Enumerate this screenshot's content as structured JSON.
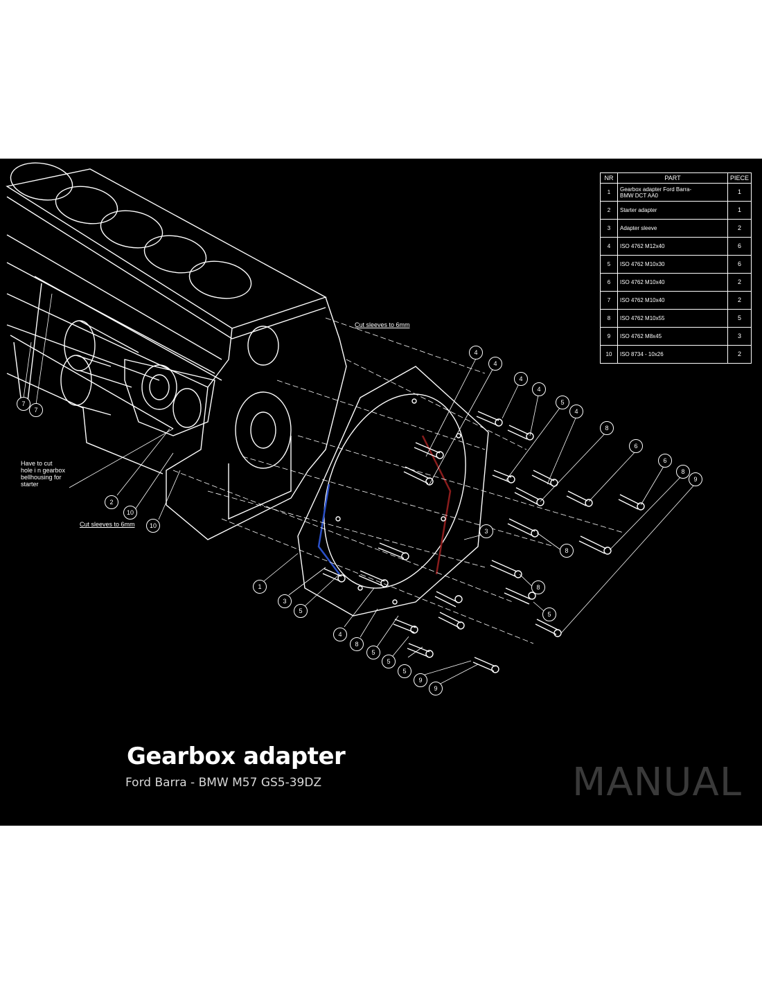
{
  "sheet": {
    "background": "#000000",
    "line_color": "#ffffff"
  },
  "bom": {
    "headers": {
      "nr": "NR",
      "part": "PART",
      "piece": "PIECE"
    },
    "rows": [
      {
        "nr": "1",
        "part": "Gearbox adapter Ford Barra-\nBMW DCT AA0",
        "piece": "1"
      },
      {
        "nr": "2",
        "part": "Starter adapter",
        "piece": "1"
      },
      {
        "nr": "3",
        "part": "Adapter sleeve",
        "piece": "2"
      },
      {
        "nr": "4",
        "part": "ISO 4762 M12x40",
        "piece": "6"
      },
      {
        "nr": "5",
        "part": "ISO 4762 M10x30",
        "piece": "6"
      },
      {
        "nr": "6",
        "part": "ISO 4762 M10x40",
        "piece": "2"
      },
      {
        "nr": "7",
        "part": "ISO 4762 M10x40",
        "piece": "2"
      },
      {
        "nr": "8",
        "part": "ISO 4762 M10x55",
        "piece": "5"
      },
      {
        "nr": "9",
        "part": "ISO 4762 M8x45",
        "piece": "3"
      },
      {
        "nr": "10",
        "part": "ISO 8734 - 10x26",
        "piece": "2"
      }
    ]
  },
  "notes": {
    "cut_sleeves_top": "Cut sleeves to 6mm",
    "cut_sleeves_left": "Cut sleeves to 6mm",
    "starter_hole": "Have to cut\nhole i n gearbox\nbellhousing for\nstarter"
  },
  "callouts": [
    "7",
    "7",
    "2",
    "10",
    "10",
    "1",
    "3",
    "5",
    "4",
    "8",
    "5",
    "5",
    "5",
    "9",
    "9",
    "4",
    "4",
    "4",
    "4",
    "5",
    "4",
    "8",
    "6",
    "6",
    "8",
    "9",
    "3",
    "8",
    "8",
    "5"
  ],
  "title": "Gearbox adapter",
  "subtitle": "Ford Barra - BMW M57 GS5-39DZ",
  "watermark": "MANUAL"
}
